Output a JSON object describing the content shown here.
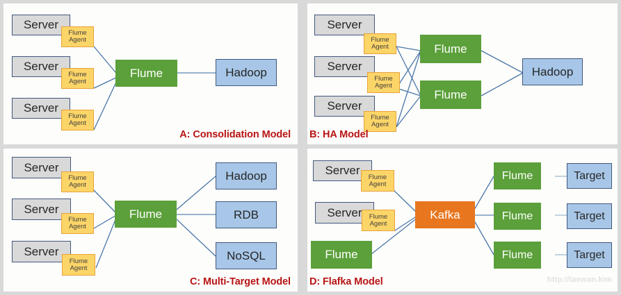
{
  "figure": {
    "background": "#d9d9d9",
    "panel_background": "#fdfdfb",
    "watermark": "http://taewan.kim",
    "colors": {
      "server": "#d9d9d9",
      "server_border": "#41577d",
      "agent": "#fcd568",
      "agent_border": "#e8a23b",
      "flume": "#5ba03a",
      "kafka": "#e8761e",
      "target": "#a8c7e8",
      "target_border": "#41577d",
      "title": "#b81414",
      "connector": "#4a76a8",
      "watermark": "#e2e2e2"
    }
  },
  "panels": [
    {
      "id": "a",
      "title": "A: Consolidation Model",
      "nodes": [
        {
          "name": "server-1",
          "label": "Server",
          "type": "server"
        },
        {
          "name": "server-2",
          "label": "Server",
          "type": "server"
        },
        {
          "name": "server-3",
          "label": "Server",
          "type": "server"
        },
        {
          "name": "flume-agent-1",
          "label": "Flume\nAgent",
          "type": "agent"
        },
        {
          "name": "flume-agent-2",
          "label": "Flume\nAgent",
          "type": "agent"
        },
        {
          "name": "flume-agent-3",
          "label": "Flume\nAgent",
          "type": "agent"
        },
        {
          "name": "flume-collector",
          "label": "Flume",
          "type": "flume"
        },
        {
          "name": "hadoop-sink",
          "label": "Hadoop",
          "type": "target"
        }
      ]
    },
    {
      "id": "b",
      "title": "B: HA Model",
      "nodes": [
        {
          "name": "server-1",
          "label": "Server",
          "type": "server"
        },
        {
          "name": "server-2",
          "label": "Server",
          "type": "server"
        },
        {
          "name": "server-3",
          "label": "Server",
          "type": "server"
        },
        {
          "name": "flume-agent-1",
          "label": "Flume\nAgent",
          "type": "agent"
        },
        {
          "name": "flume-agent-2",
          "label": "Flume\nAgent",
          "type": "agent"
        },
        {
          "name": "flume-agent-3",
          "label": "Flume\nAgent",
          "type": "agent"
        },
        {
          "name": "flume-collector-1",
          "label": "Flume",
          "type": "flume"
        },
        {
          "name": "flume-collector-2",
          "label": "Flume",
          "type": "flume"
        },
        {
          "name": "hadoop-sink",
          "label": "Hadoop",
          "type": "target"
        }
      ]
    },
    {
      "id": "c",
      "title": "C: Multi-Target Model",
      "nodes": [
        {
          "name": "server-1",
          "label": "Server",
          "type": "server"
        },
        {
          "name": "server-2",
          "label": "Server",
          "type": "server"
        },
        {
          "name": "server-3",
          "label": "Server",
          "type": "server"
        },
        {
          "name": "flume-agent-1",
          "label": "Flume\nAgent",
          "type": "agent"
        },
        {
          "name": "flume-agent-2",
          "label": "Flume\nAgent",
          "type": "agent"
        },
        {
          "name": "flume-agent-3",
          "label": "Flume\nAgent",
          "type": "agent"
        },
        {
          "name": "flume-collector",
          "label": "Flume",
          "type": "flume"
        },
        {
          "name": "hadoop-sink",
          "label": "Hadoop",
          "type": "target"
        },
        {
          "name": "rdb-sink",
          "label": "RDB",
          "type": "target"
        },
        {
          "name": "nosql-sink",
          "label": "NoSQL",
          "type": "target"
        }
      ]
    },
    {
      "id": "d",
      "title": "D: Flafka Model",
      "nodes": [
        {
          "name": "server-1",
          "label": "Server",
          "type": "server"
        },
        {
          "name": "server-2",
          "label": "Server",
          "type": "server"
        },
        {
          "name": "flume-agent-1",
          "label": "Flume\nAgent",
          "type": "agent"
        },
        {
          "name": "flume-agent-2",
          "label": "Flume\nAgent",
          "type": "agent"
        },
        {
          "name": "flume-source",
          "label": "Flume",
          "type": "flume"
        },
        {
          "name": "kafka-broker",
          "label": "Kafka",
          "type": "kafka"
        },
        {
          "name": "flume-consumer-1",
          "label": "Flume",
          "type": "flume"
        },
        {
          "name": "flume-consumer-2",
          "label": "Flume",
          "type": "flume"
        },
        {
          "name": "flume-consumer-3",
          "label": "Flume",
          "type": "flume"
        },
        {
          "name": "target-1",
          "label": "Target",
          "type": "target"
        },
        {
          "name": "target-2",
          "label": "Target",
          "type": "target"
        },
        {
          "name": "target-3",
          "label": "Target",
          "type": "target"
        }
      ]
    }
  ]
}
